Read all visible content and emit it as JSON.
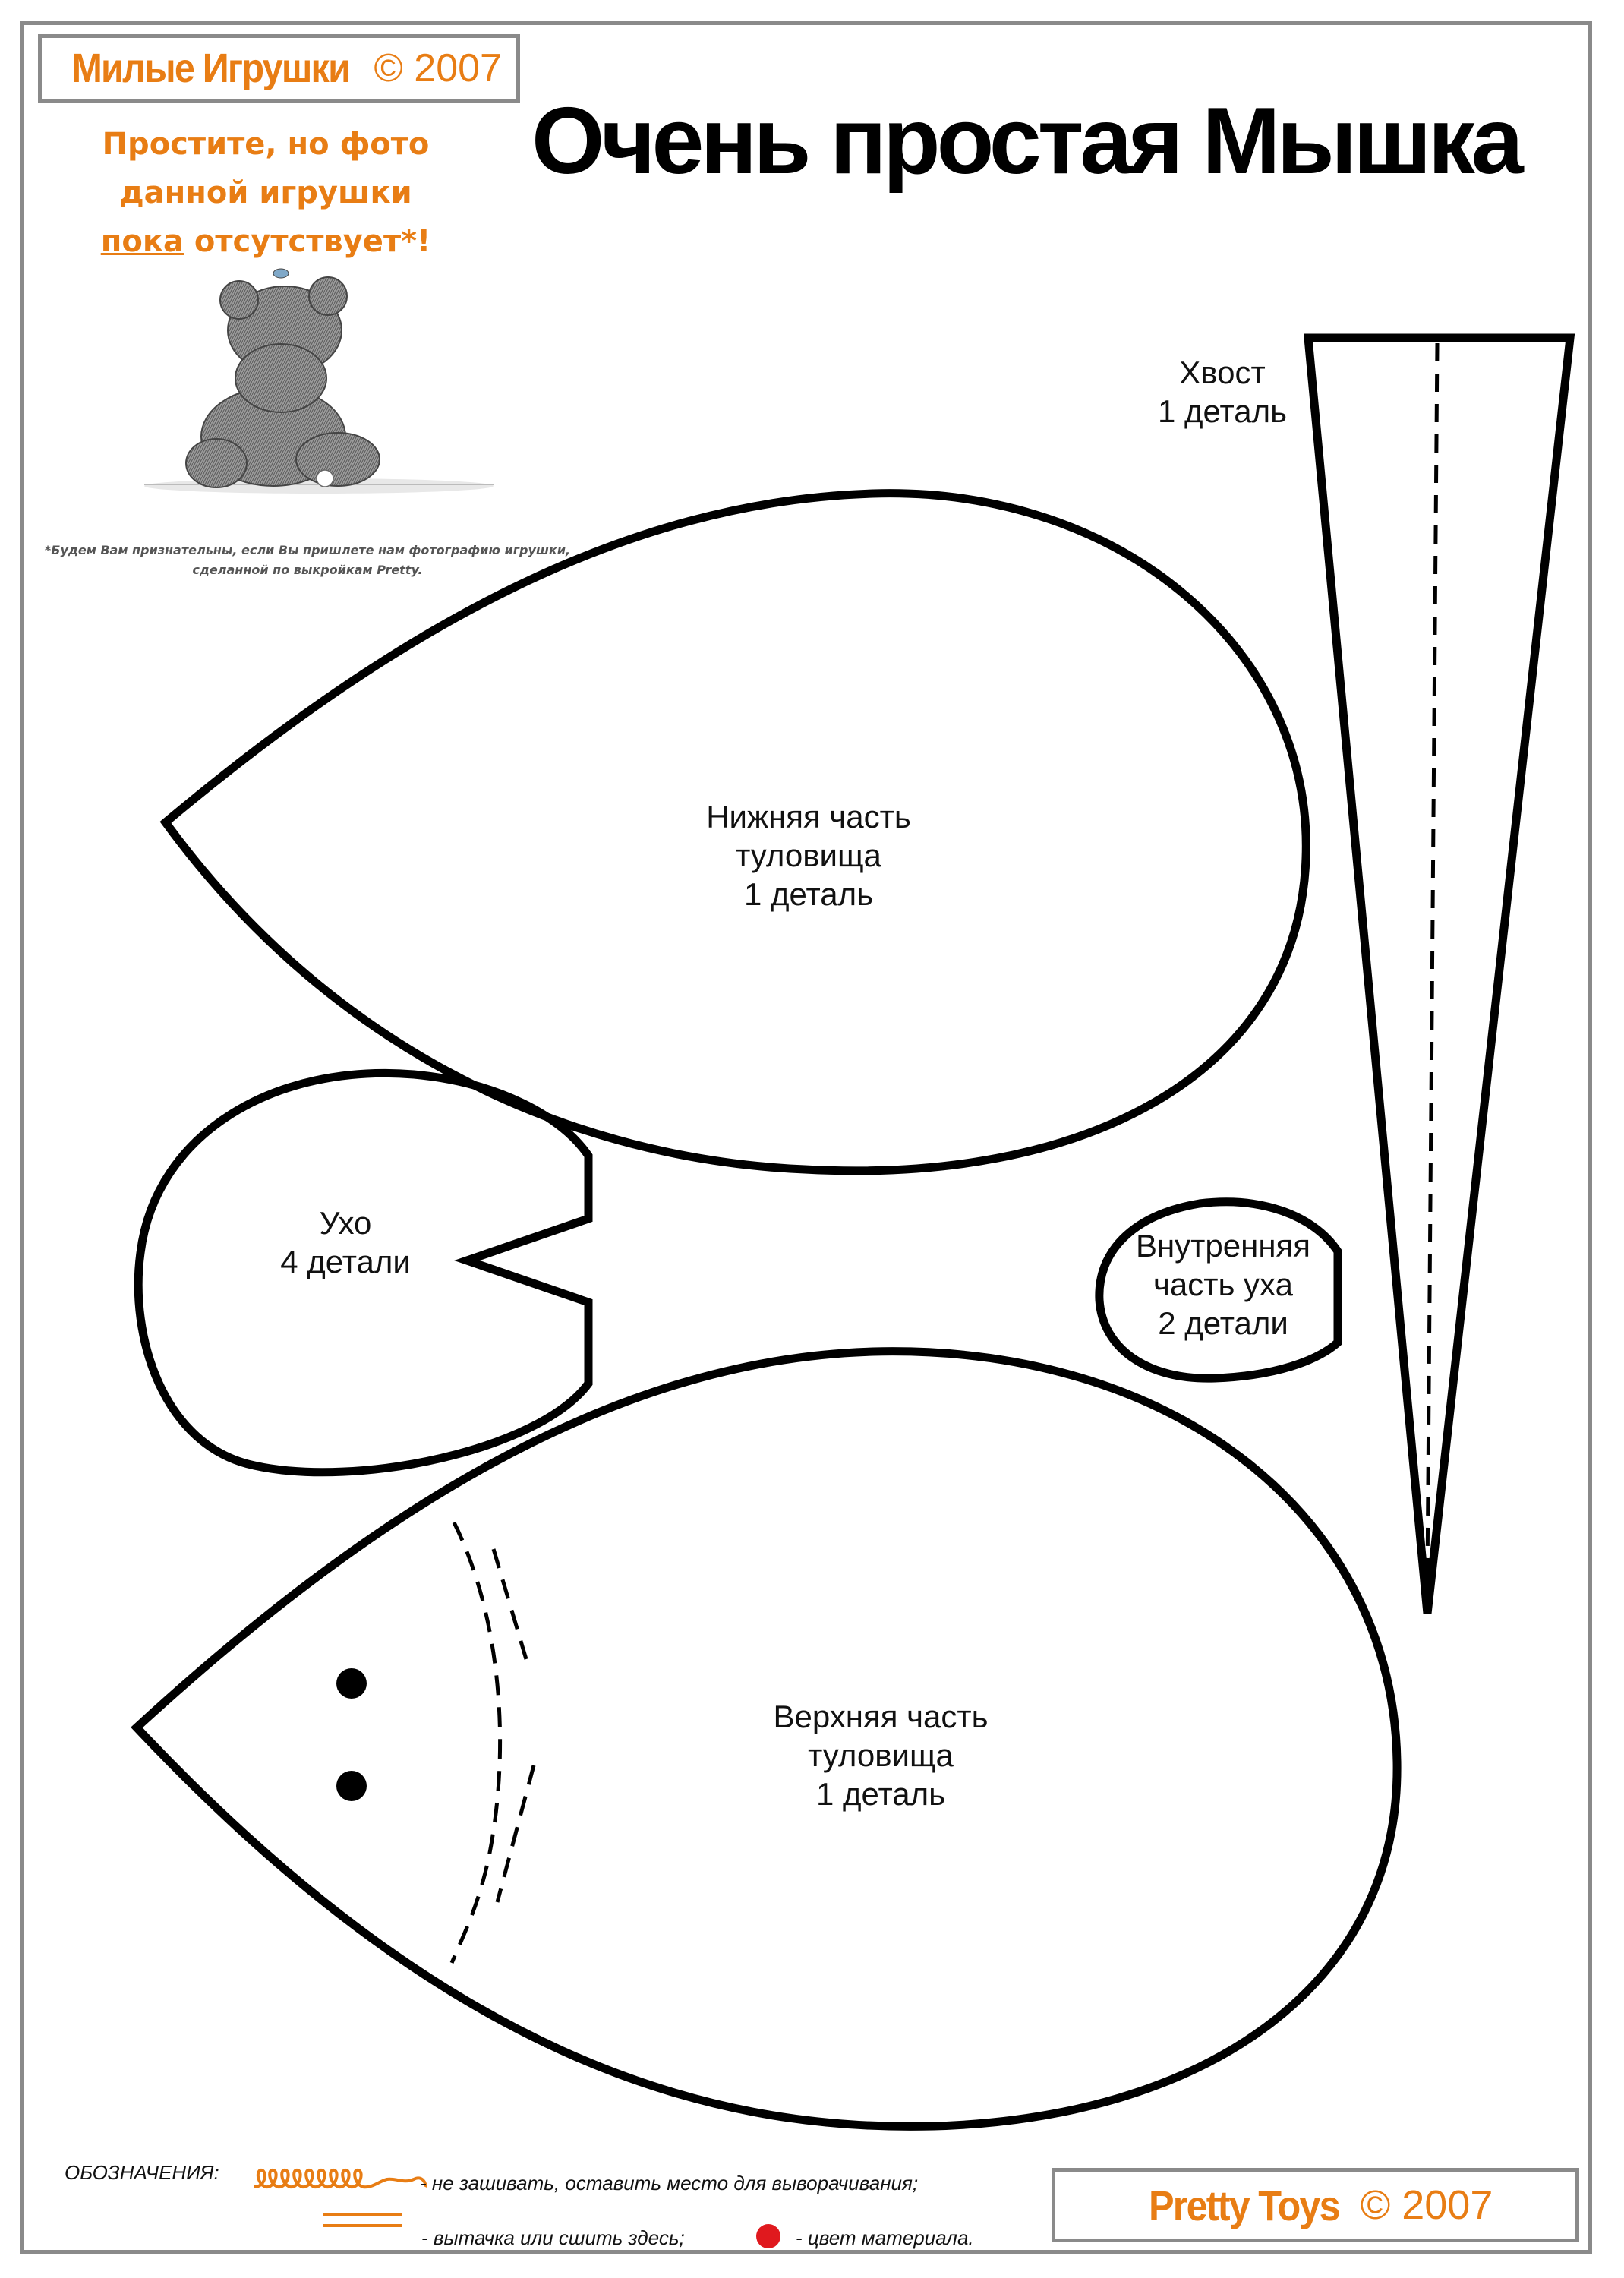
{
  "header": {
    "brand_name": "Милые Игрушки",
    "brand_year": "© 2007",
    "title": "Очень простая Мышка"
  },
  "notice": {
    "line1": "Простите, но фото",
    "line2": "данной игрушки",
    "line3_underlined": "пока",
    "line3_rest": " отсутствует*!",
    "footnote_line1": "*Будем Вам признательны, если Вы пришлете нам фотографию игрушки,",
    "footnote_line2": "сделанной по выкройкам Pretty."
  },
  "pieces": {
    "tail": "Хвост\n1 деталь",
    "lower_body": "Нижняя часть\nтуловища\n1 деталь",
    "ear": "Ухо\n4 детали",
    "inner_ear": "Внутренняя\nчасть уха\n2 детали",
    "upper_body": "Верхняя часть\nтуловища\n1 деталь"
  },
  "legend": {
    "label": "ОБОЗНАЧЕНИЯ:",
    "no_sew": "- не зашивать, оставить место  для выворачивания;",
    "dart": "- вытачка или сшить здесь;",
    "fabric_color": "- цвет материала."
  },
  "footer": {
    "brand_name": "Pretty Toys",
    "brand_year": "© 2007"
  },
  "colors": {
    "accent": "#e87d14",
    "frame": "#8a8a8a",
    "outline": "#000000",
    "fabric_dot": "#e0191e"
  },
  "icons": {
    "no_sew_mark": "orange-loop-squiggle",
    "dart_mark": "double-orange-line",
    "fabric_mark": "red-dot"
  }
}
